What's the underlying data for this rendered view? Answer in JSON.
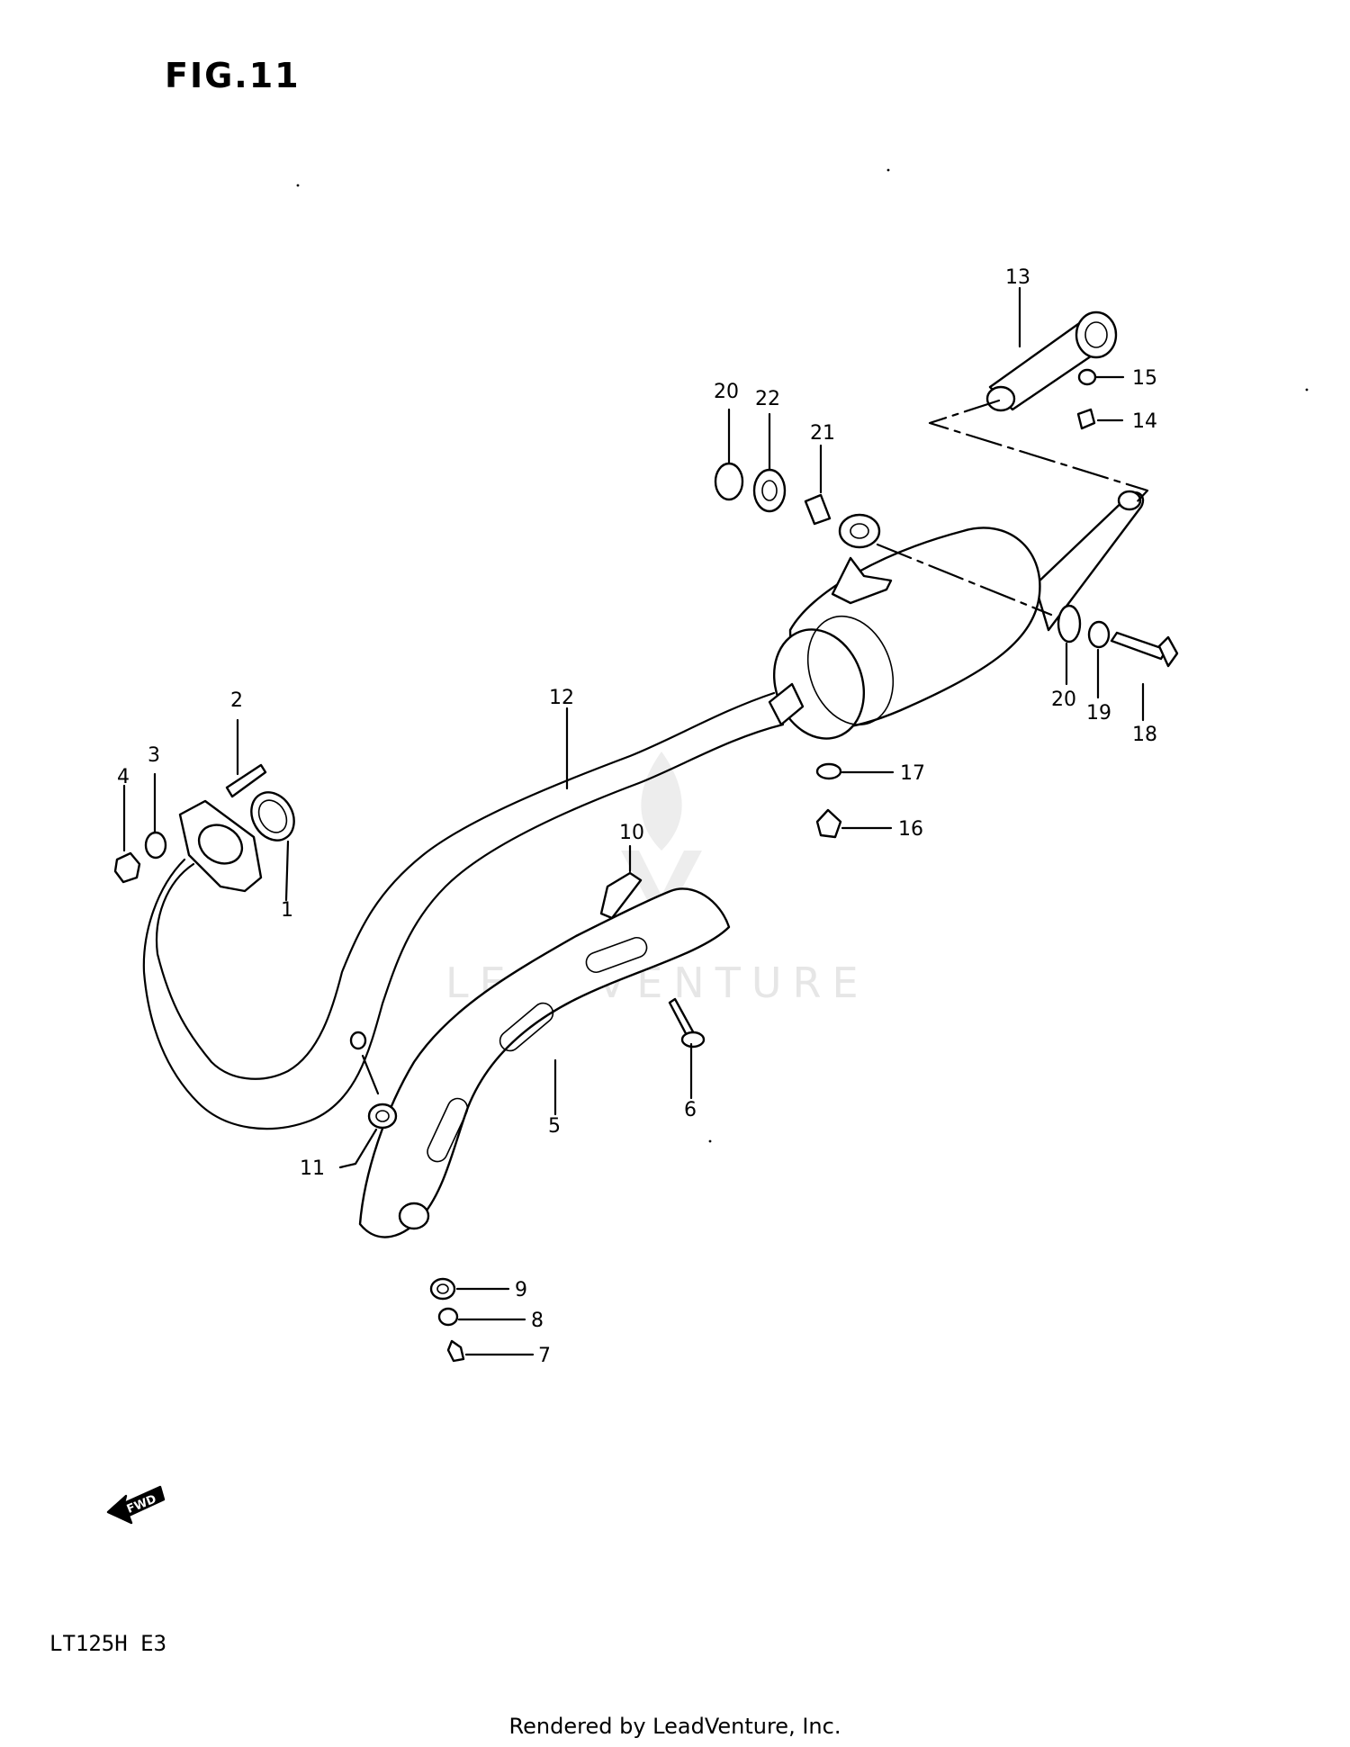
{
  "figure": {
    "title": "FIG.11"
  },
  "model_code": "LT125H E3",
  "footer": "Rendered by LeadVenture, Inc.",
  "watermark": "LEADVENTURE",
  "fwd_badge": "FWD",
  "callouts": [
    "1",
    "2",
    "3",
    "4",
    "5",
    "6",
    "7",
    "8",
    "9",
    "10",
    "11",
    "12",
    "13",
    "14",
    "15",
    "16",
    "17",
    "18",
    "19",
    "20",
    "20",
    "21",
    "22"
  ]
}
